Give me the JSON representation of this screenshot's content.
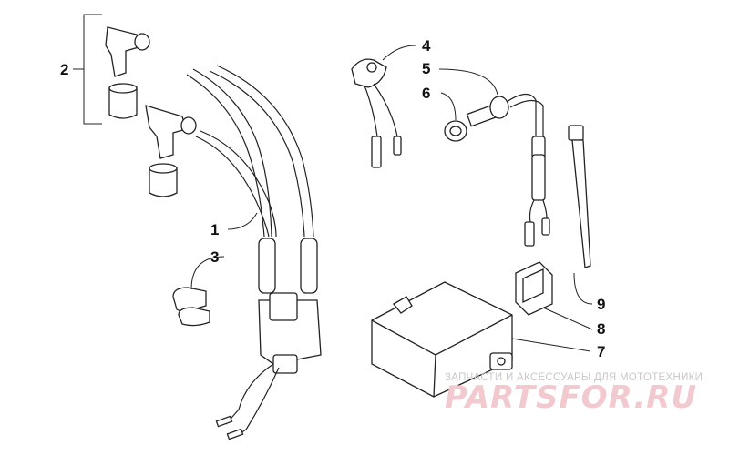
{
  "callouts": [
    {
      "id": "1",
      "label": "1"
    },
    {
      "id": "2",
      "label": "2"
    },
    {
      "id": "3",
      "label": "3"
    },
    {
      "id": "4",
      "label": "4"
    },
    {
      "id": "5",
      "label": "5"
    },
    {
      "id": "6",
      "label": "6"
    },
    {
      "id": "7",
      "label": "7"
    },
    {
      "id": "8",
      "label": "8"
    },
    {
      "id": "9",
      "label": "9"
    }
  ],
  "watermark": {
    "caption": "ЗАПЧАСТИ И АКСЕССУАРЫ ДЛЯ МОТОТЕХНИКИ",
    "logo": "PARTSFOR.RU"
  },
  "colors": {
    "line": "#222222",
    "watermark_caption": "#c8c8c8",
    "watermark_logo": "#f2c9cf"
  }
}
